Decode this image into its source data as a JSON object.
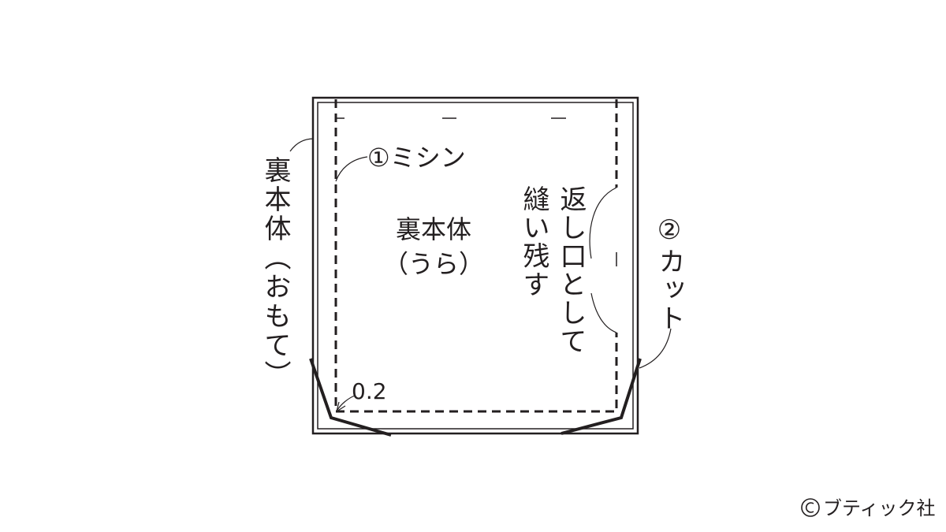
{
  "labels": {
    "outer_face": "裏本体（おもて）",
    "step1": "①ミシン",
    "inner_title_line1": "裏本体",
    "inner_title_line2": "（うら）",
    "turn_opening_line1": "返し口として",
    "turn_opening_line2": "縫い残す",
    "step2": "②カット",
    "seam_allowance": "0.2",
    "copyright": "ブティック社"
  },
  "colors": {
    "line": "#231f20",
    "background": "#ffffff"
  },
  "icons": [
    "copyright-icon"
  ]
}
